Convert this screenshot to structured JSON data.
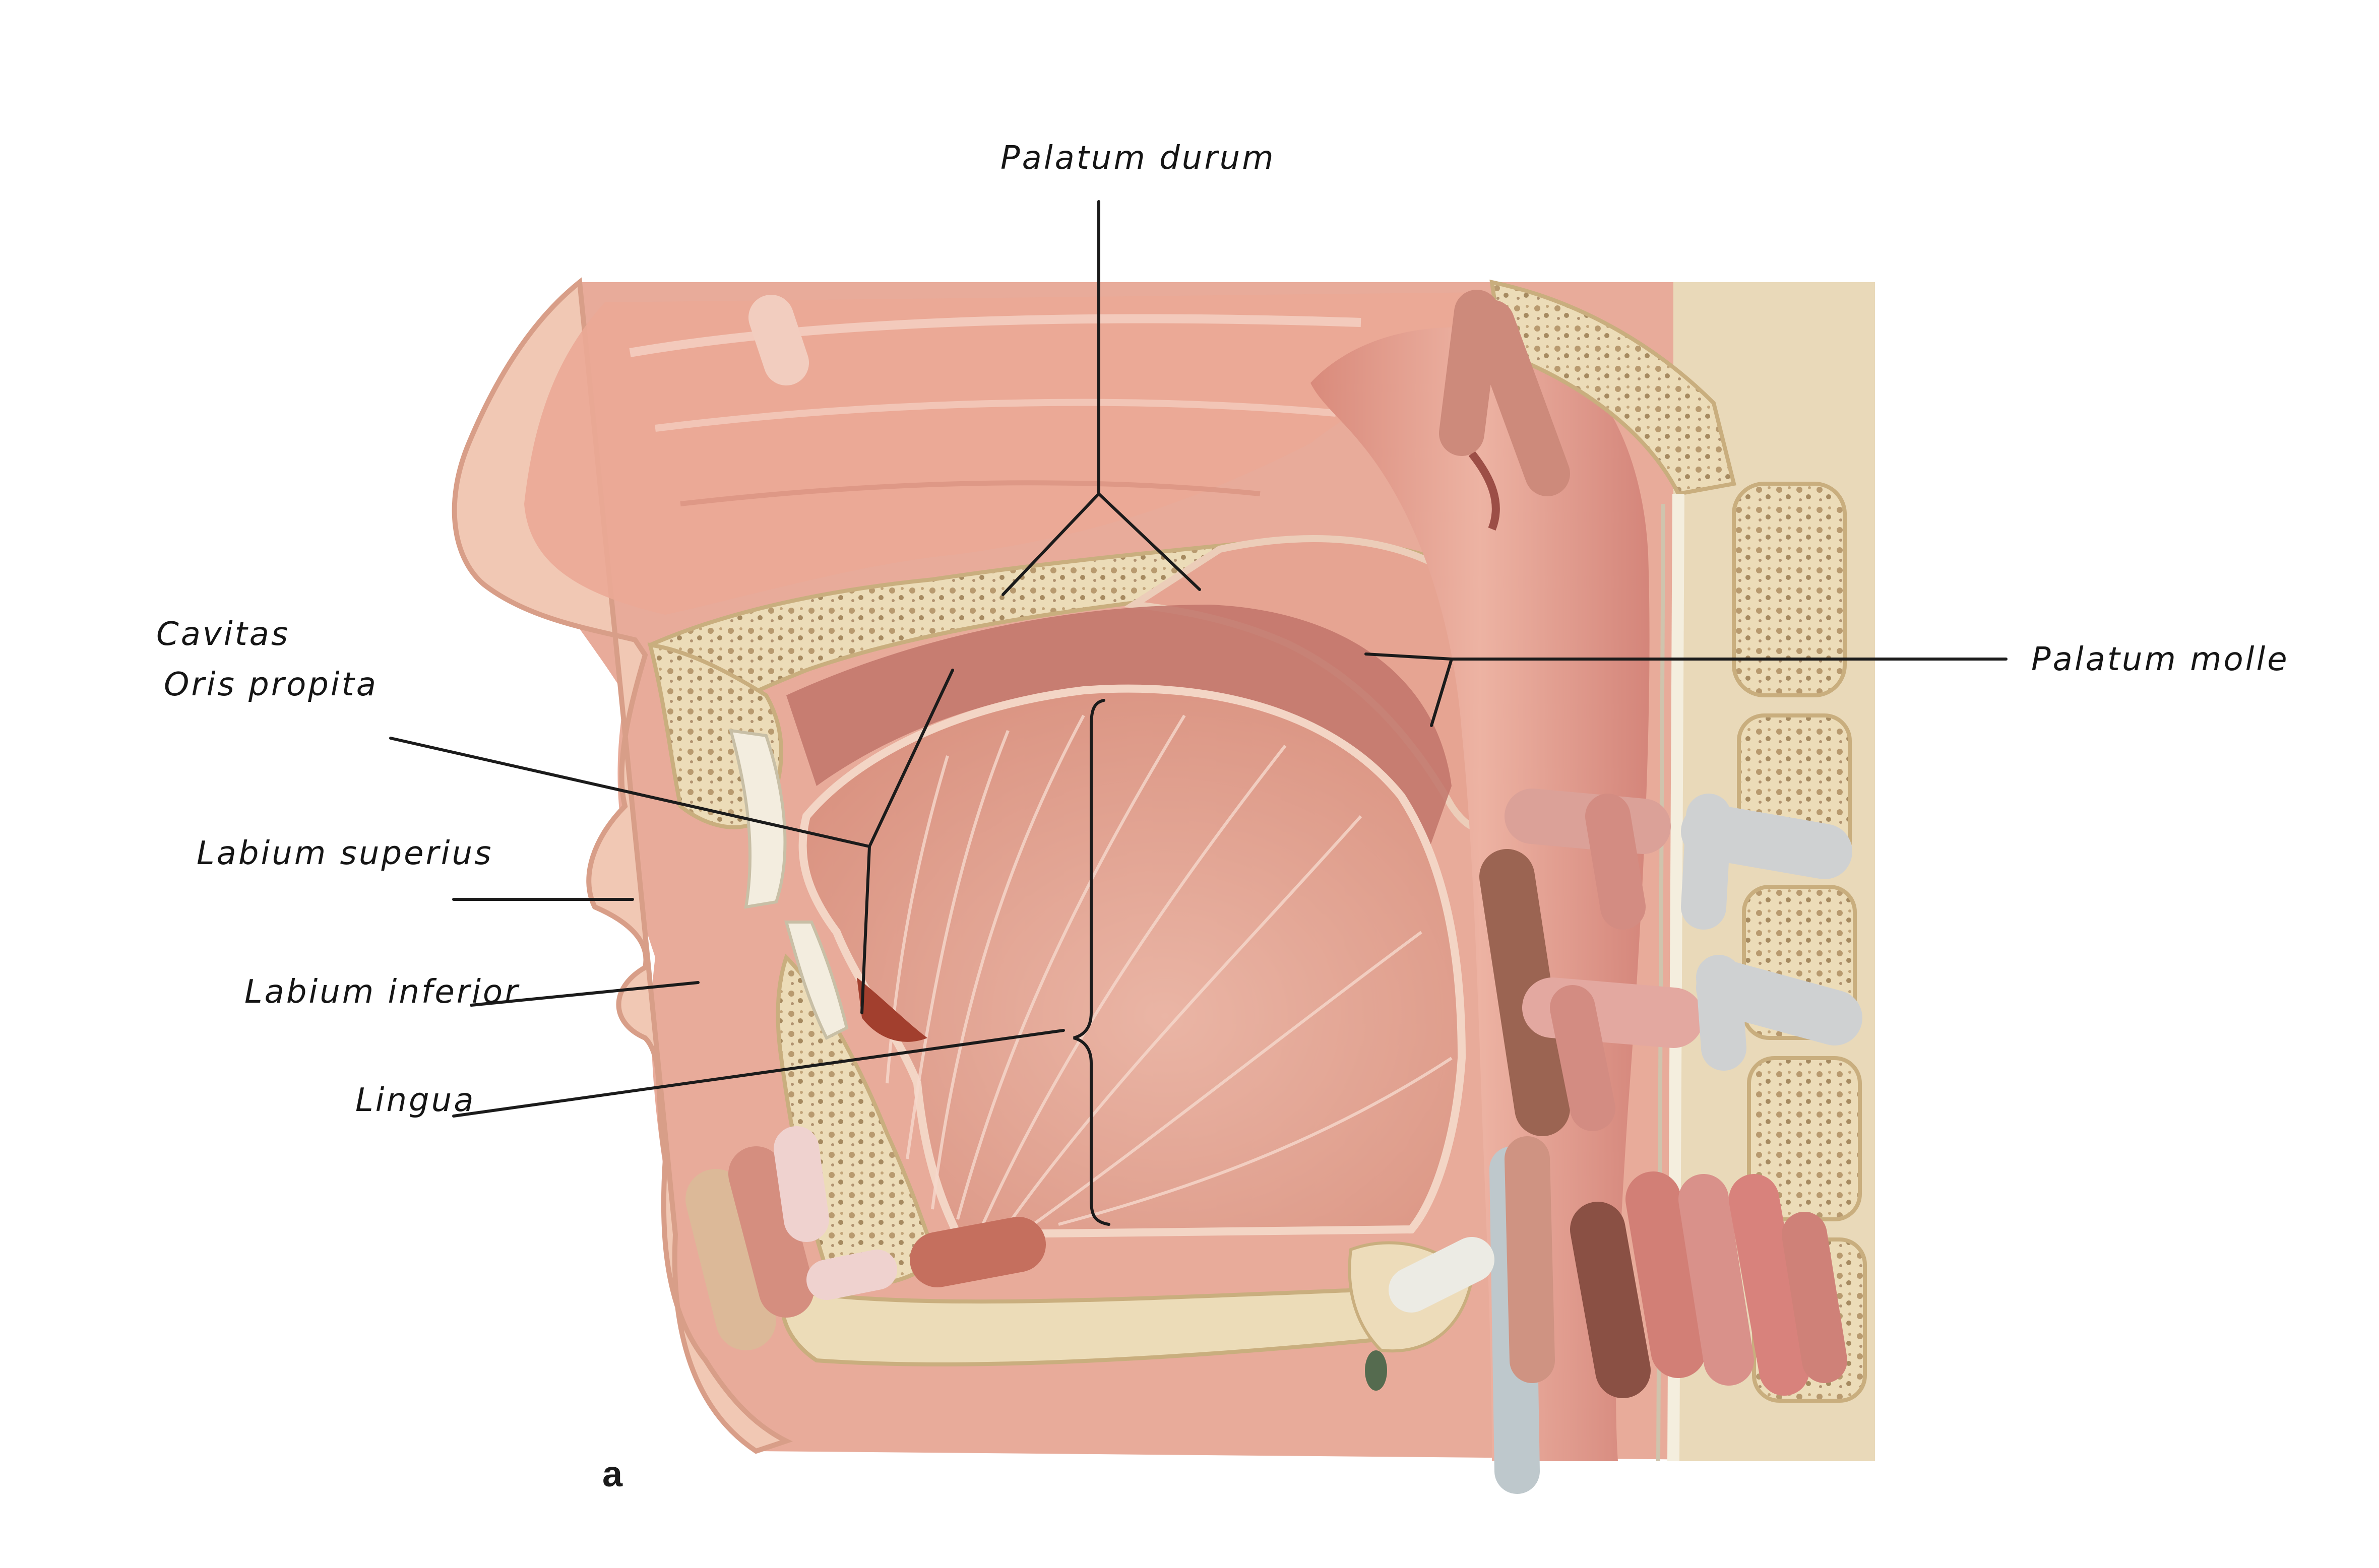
{
  "figure": {
    "panel_letter": "a",
    "labels": {
      "palatum_durum": "Palatum durum",
      "palatum_molle": "Palatum molle",
      "cavitas_line1": "Cavitas",
      "cavitas_line2": "Oris propita",
      "labium_superius": "Labium superius",
      "labium_inferior": "Labium inferior",
      "lingua": "Lingua"
    }
  },
  "colors": {
    "muscle": "#e2a08f",
    "muscle_dark": "#c97d6b",
    "bone": "#eddcba",
    "cancellous": "#d8c39a",
    "mucosa": "#d98b86",
    "skin": "#efc2ad",
    "gray_mark": "#c9ccce",
    "brown_mark": "#8e5a4c"
  }
}
